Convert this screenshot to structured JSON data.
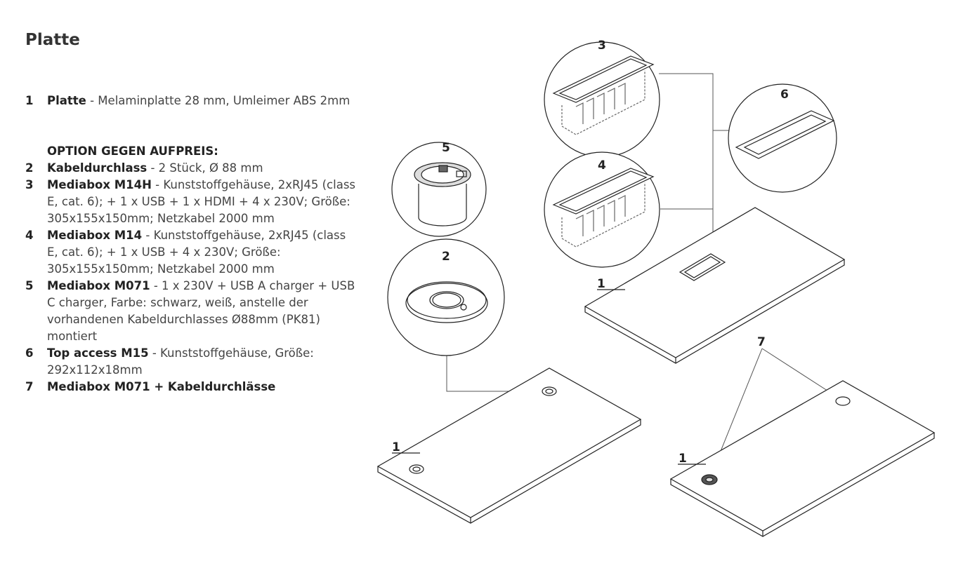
{
  "title": "Platte",
  "items": [
    {
      "num": "1",
      "name": "Platte",
      "desc": " - Melaminplatte 28 mm, Umleimer ABS 2mm"
    },
    {
      "num": "2",
      "name": "Kabeldurchlass",
      "desc": " - 2 Stück, Ø 88 mm"
    },
    {
      "num": "3",
      "name": "Mediabox M14H",
      "desc": " - Kunststoffgehäuse, 2xRJ45 (class E, cat. 6); + 1 x USB + 1 x HDMI + 4 x 230V; Größe: 305x155x150mm; Netzkabel 2000 mm"
    },
    {
      "num": "4",
      "name": "Mediabox M14",
      "desc": " - Kunststoffgehäuse, 2xRJ45 (class E, cat. 6); + 1 x USB + 4 x 230V; Größe: 305x155x150mm; Netzkabel 2000 mm"
    },
    {
      "num": "5",
      "name": "Mediabox M071",
      "desc": " - 1 x 230V + USB A charger + USB C charger, Farbe: schwarz, weiß, anstelle der vorhandenen Kabeldurchlasses Ø88mm (PK81) montiert"
    },
    {
      "num": "6",
      "name": "Top access M15",
      "desc": " - Kunststoffgehäuse, Größe: 292x112x18mm"
    },
    {
      "num": "7",
      "name": "Mediabox M071 + Kabeldurchlässe",
      "desc": ""
    }
  ],
  "option_heading": "OPTION GEGEN AUFPREIS:",
  "diagram_labels": {
    "c3": "3",
    "c4": "4",
    "c6": "6",
    "c5": "5",
    "c2": "2",
    "p7": "7",
    "plate_a": "1",
    "plate_b": "1",
    "plate_c": "1"
  }
}
